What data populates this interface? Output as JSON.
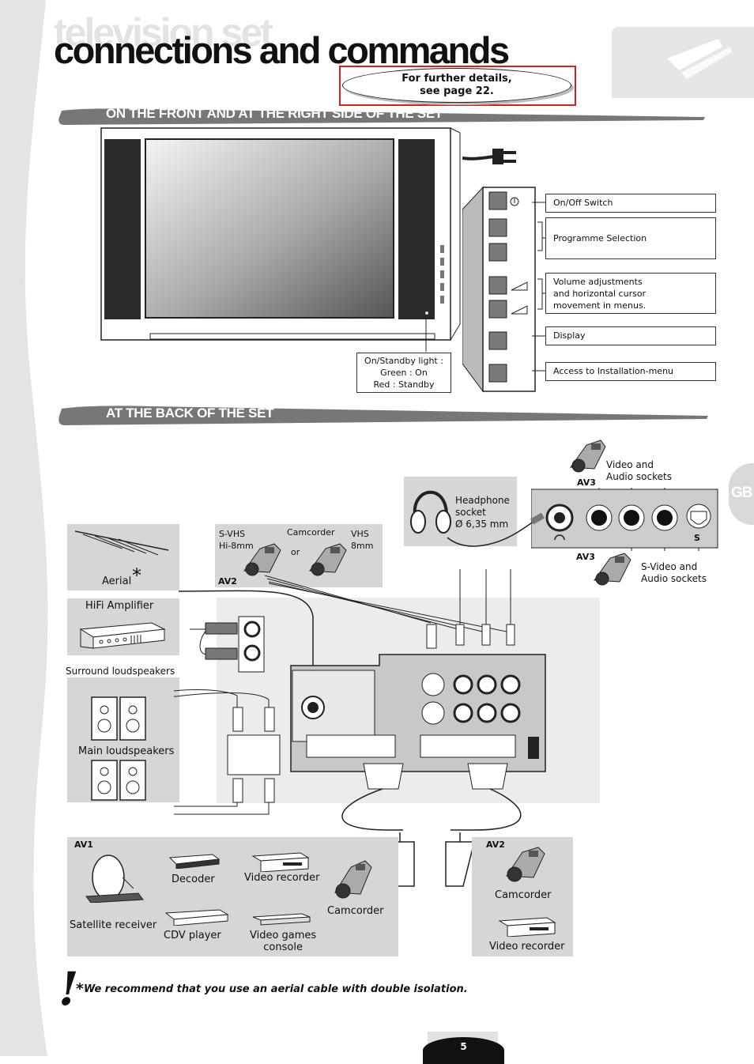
{
  "header": {
    "ghost_title": "television set",
    "title": "connections and commands",
    "callout": "For further details,\nsee page 22."
  },
  "sections": {
    "front": "ON THE FRONT AND AT THE RIGHT SIDE OF THE SET",
    "back": "AT THE BACK OF THE SET"
  },
  "front_panel": {
    "standby_light": "On/Standby light :\nGreen : On\nRed : Standby",
    "controls": [
      {
        "label": "On/Off Switch"
      },
      {
        "label": "Programme Selection"
      },
      {
        "label": "Volume adjustments\nand horizontal cursor\nmovement in menus."
      },
      {
        "label": "Display"
      },
      {
        "label": "Access to Installation-menu"
      }
    ]
  },
  "side_panel": {
    "tab": "GB",
    "av3_top_tag": "AV3",
    "av3_top_label": "Video and\nAudio sockets",
    "av3_bottom_tag": "AV3",
    "av3_bottom_label": "S-Video and\nAudio sockets",
    "svideo_symbol": "S",
    "headphone": "Headphone\nsocket\nØ 6,35 mm"
  },
  "back_devices": {
    "aerial": "Aerial",
    "aerial_star": "*",
    "hifi": "HiFi Amplifier",
    "surround": "Surround loudspeakers",
    "main": "Main loudspeakers",
    "av2_top": {
      "tag": "AV2",
      "svhs": "S-VHS\nHi-8mm",
      "camcorder": "Camcorder",
      "or": "or",
      "vhs": "VHS\n8mm"
    },
    "av1": {
      "tag": "AV1",
      "satellite": "Satellite receiver",
      "decoder": "Decoder",
      "cdv": "CDV player",
      "video_recorder": "Video recorder",
      "games": "Video games\nconsole",
      "camcorder": "Camcorder"
    },
    "av2_bottom": {
      "tag": "AV2",
      "camcorder": "Camcorder",
      "video_recorder": "Video recorder"
    }
  },
  "note": {
    "star": "*",
    "text": "We recommend that you use an aerial cable with double isolation."
  },
  "page": {
    "number": "5"
  },
  "colors": {
    "banner": "#777777",
    "panel_grey": "#d6d6d6",
    "callout_border": "#d42020"
  }
}
